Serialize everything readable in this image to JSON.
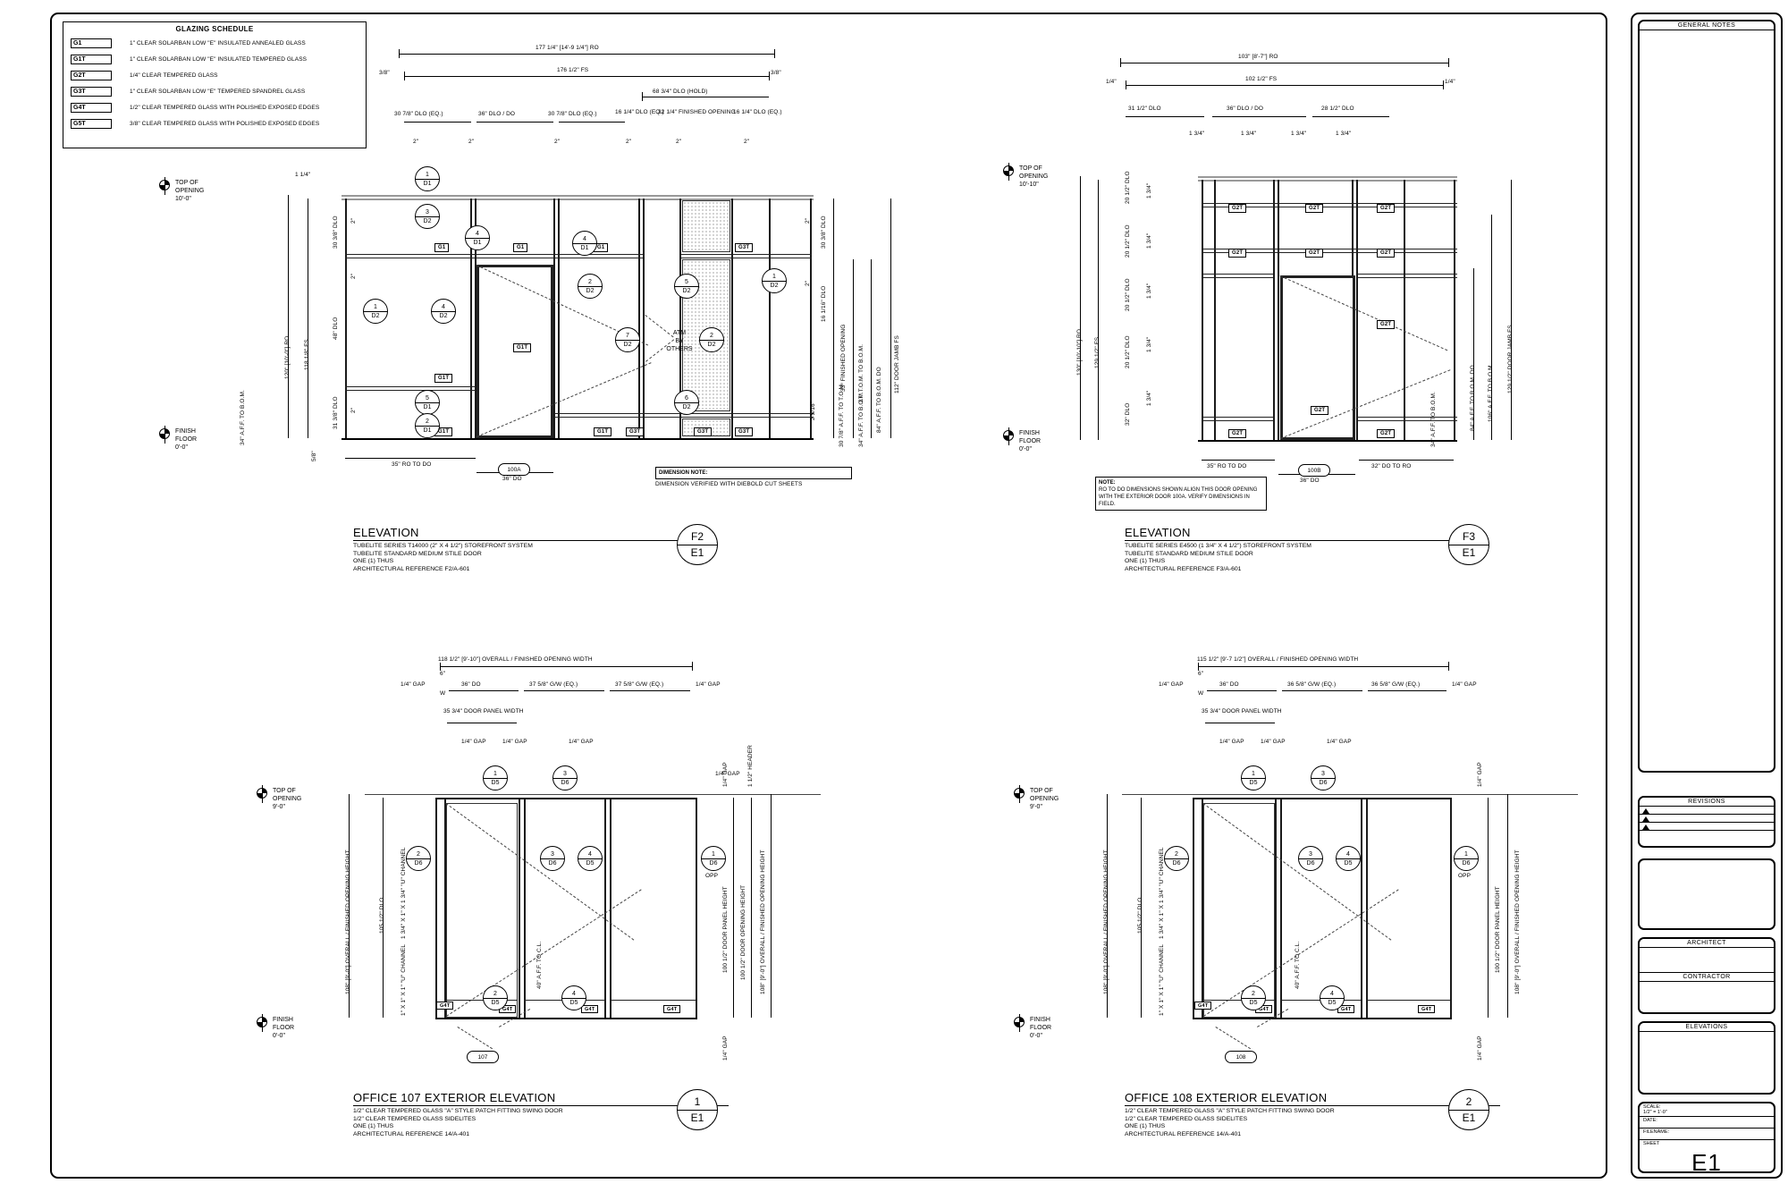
{
  "sheet": {
    "number": "E1",
    "general_notes_header": "GENERAL NOTES",
    "revisions_header": "REVISIONS",
    "architect_header": "ARCHITECT",
    "contractor_header": "CONTRACTOR",
    "elevations_header": "ELEVATIONS",
    "scale_label": "SCALE:",
    "scale_value": "1/2\" = 1'-0\"",
    "date_label": "DATE:",
    "filename_label": "FILENAME:",
    "sheet_label": "SHEET"
  },
  "glazing_schedule": {
    "title": "GLAZING SCHEDULE",
    "rows": [
      {
        "tag": "G1",
        "desc": "1\" CLEAR SOLARBAN LOW \"E\" INSULATED ANNEALED GLASS"
      },
      {
        "tag": "G1T",
        "desc": "1\" CLEAR SOLARBAN LOW \"E\" INSULATED TEMPERED GLASS"
      },
      {
        "tag": "G2T",
        "desc": "1/4\" CLEAR TEMPERED GLASS"
      },
      {
        "tag": "G3T",
        "desc": "1\" CLEAR SOLARBAN LOW \"E\" TEMPERED SPANDREL GLASS"
      },
      {
        "tag": "G4T",
        "desc": "1/2\" CLEAR TEMPERED GLASS WITH POLISHED EXPOSED EDGES"
      },
      {
        "tag": "G5T",
        "desc": "3/8\" CLEAR TEMPERED GLASS WITH POLISHED EXPOSED EDGES"
      }
    ]
  },
  "elevation_f2": {
    "title": "ELEVATION",
    "ref_top": "F2",
    "ref_bottom": "E1",
    "sub": [
      "TUBELITE SERIES T14000 (2\" X 4 1/2\") STOREFRONT SYSTEM",
      "TUBELITE STANDARD MEDIUM STILE DOOR",
      "ONE (1) THUS",
      "ARCHITECTURAL REFERENCE F2/A-601"
    ],
    "levels": [
      {
        "name": "TOP OF OPENING",
        "value": "10'-0\""
      },
      {
        "name": "FINISH FLOOR",
        "value": "0'-0\""
      }
    ],
    "dims_top": [
      "177 1/4\" [14'-9 1/4\"] RO",
      "176 1/2\" FS",
      "68 3/4\" DLO (HOLD)",
      "30 7/8\" DLO (EQ.)",
      "36\" DLO / DO",
      "30 7/8\" DLO (EQ.)",
      "16 1/4\" DLO (EQ.)",
      "32 1/4\" FINISHED OPENING",
      "16 1/4\" DLO (EQ.)",
      "3/8\"",
      "3/8\"",
      "2\"",
      "2\"",
      "2\"",
      "2\"",
      "2\"",
      "2\""
    ],
    "dims_left": [
      "120\" [10'-0\"] RO",
      "118 1/8\" FS",
      "48\" DLO",
      "30 3/8\" DLO",
      "31 3/8\" DLO",
      "34\" A.F.F. TO B.O.M.",
      "1 1/4\"",
      "2\"",
      "2\"",
      "2\"",
      "5/8\""
    ],
    "dims_right": [
      "30 3/8\" DLO",
      "16 1/16\" DLO",
      "33\" FINISHED OPENING",
      "37\" T.O.M. TO B.O.M.",
      "84\" A.F.F. TO B.O.M. DO",
      "112\" DOOR JAMB FS",
      "30 7/8\" A.F.F. TO T.O.M.",
      "34\" A.F.F. TO B.O.M.",
      "2 5/16\"",
      "2\"",
      "2\""
    ],
    "dims_bottom": [
      "35\" RO TO DO",
      "36\" DO"
    ],
    "door_mark": "100A",
    "center_text": [
      "ATM",
      "BY",
      "OTHERS"
    ],
    "note": {
      "title": "DIMENSION NOTE:",
      "body": "DIMENSION VERIFIED WITH DIEBOLD CUT SHEETS"
    },
    "glass_tags": [
      "G1",
      "G1",
      "G1",
      "G1T",
      "G1T",
      "G1T",
      "G1T",
      "G3T",
      "G3T",
      "G3T",
      "G3T"
    ],
    "bubbles": [
      {
        "n": "1",
        "d": "D1"
      },
      {
        "n": "3",
        "d": "D2"
      },
      {
        "n": "4",
        "d": "D1"
      },
      {
        "n": "4",
        "d": "D1"
      },
      {
        "n": "1",
        "d": "D2"
      },
      {
        "n": "4",
        "d": "D2"
      },
      {
        "n": "2",
        "d": "D2"
      },
      {
        "n": "5",
        "d": "D2"
      },
      {
        "n": "7",
        "d": "D2"
      },
      {
        "n": "6",
        "d": "D2"
      },
      {
        "n": "2",
        "d": "D2"
      },
      {
        "n": "1",
        "d": "D2"
      },
      {
        "n": "5",
        "d": "D1"
      },
      {
        "n": "2",
        "d": "D1"
      },
      {
        "n": "1",
        "d": "D2"
      }
    ]
  },
  "elevation_f3": {
    "title": "ELEVATION",
    "ref_top": "F3",
    "ref_bottom": "E1",
    "sub": [
      "TUBELITE SERIES E4500 (1 3/4\" X 4 1/2\") STOREFRONT SYSTEM",
      "TUBELITE STANDARD MEDIUM STILE DOOR",
      "ONE (1) THUS",
      "ARCHITECTURAL REFERENCE F3/A-601"
    ],
    "levels": [
      {
        "name": "TOP OF OPENING",
        "value": "10'-10\""
      },
      {
        "name": "FINISH FLOOR",
        "value": "0'-0\""
      }
    ],
    "dims_top": [
      "103\" [8'-7\"] RO",
      "102 1/2\" FS",
      "31 1/2\" DLO",
      "36\" DLO / DO",
      "28 1/2\" DLO",
      "1/4\"",
      "1/4\"",
      "1 3/4\"",
      "1 3/4\"",
      "1 3/4\"",
      "1 3/4\""
    ],
    "dims_left": [
      "130\" [10'-10\"] RO",
      "129 1/2\" FS",
      "32\" DLO",
      "20 1/2\" DLO",
      "20 1/2\" DLO",
      "20 1/2\" DLO",
      "20 1/2\" DLO",
      "1 3/4\"",
      "1 3/4\"",
      "1 3/4\"",
      "1 3/4\"",
      "1 3/4\""
    ],
    "dims_right": [
      "84\" A.F.F. TO B.O.M. DO",
      "106\" A.F.F. TO B.O.M.",
      "129 1/2\" DOOR JAMB FS",
      "34\" A.F.F. TO B.O.M."
    ],
    "dims_bottom": [
      "35\" RO TO DO",
      "36\" DO",
      "32\" DO TO RO"
    ],
    "door_mark": "100B",
    "note": {
      "title": "NOTE:",
      "body": "RO TO DO DIMENSIONS SHOWN ALIGN THIS DOOR OPENING WITH THE EXTERIOR DOOR 100A.  VERIFY DIMENSIONS IN FIELD."
    },
    "glass_tags": [
      "G2T",
      "G2T",
      "G2T",
      "G2T",
      "G2T",
      "G2T",
      "G2T",
      "G2T",
      "G2T",
      "G2T",
      "G2T"
    ]
  },
  "elevation_107": {
    "title": "OFFICE 107 EXTERIOR ELEVATION",
    "ref_top": "1",
    "ref_bottom": "E1",
    "sub": [
      "1/2\" CLEAR TEMPERED GLASS \"A\" STYLE PATCH FITTING SWING DOOR",
      "1/2\" CLEAR TEMPERED GLASS SIDELITES",
      "ONE (1) THUS",
      "ARCHITECTURAL REFERENCE 14/A-401"
    ],
    "levels": [
      {
        "name": "TOP OF OPENING",
        "value": "9'-0\""
      },
      {
        "name": "FINISH FLOOR",
        "value": "0'-0\""
      }
    ],
    "dims_top": [
      "118 1/2\" [9'-10\"] OVERALL / FINISHED OPENING WIDTH",
      "1/4\" GAP",
      "36\" DO",
      "37 5/8\" G/W (EQ.)",
      "37 5/8\" G/W (EQ.)",
      "1/4\" GAP",
      "35 3/4\" DOOR PANEL WIDTH",
      "1/4\" GAP",
      "1/4\" GAP",
      "1/4\" GAP",
      "1/4\" GAP",
      "6\"",
      "W"
    ],
    "dims_left": [
      "108\" [9'-0\"] OVERALL / FINISHED OPENING HEIGHT",
      "1 3/4\" X 1\" X 1 3/4\" \"U\" CHANNEL",
      "105 1/2\" DLO",
      "1\" X 1\" X 1\" \"U\" CHANNEL",
      "40\" A.F.F. TO C.L."
    ],
    "dims_right": [
      "1/4\" GAP",
      "1 1/2\" HEADER",
      "100 1/2\" DOOR PANEL HEIGHT",
      "100 1/2\" DOOR OPENING HEIGHT",
      "108\" [9'-0\"] OVERALL / FINISHED OPENING HEIGHT",
      "1/4\" GAP"
    ],
    "door_mark": "107",
    "glass_tags": [
      "G4T",
      "G4T",
      "G4T",
      "G4T"
    ],
    "bubbles": [
      {
        "n": "1",
        "d": "D5"
      },
      {
        "n": "3",
        "d": "D6"
      },
      {
        "n": "2",
        "d": "D6"
      },
      {
        "n": "3",
        "d": "D6"
      },
      {
        "n": "4",
        "d": "D5"
      },
      {
        "n": "1",
        "d": "D6"
      },
      {
        "n": "2",
        "d": "D5"
      },
      {
        "n": "4",
        "d": "D5"
      }
    ]
  },
  "elevation_108": {
    "title": "OFFICE 108 EXTERIOR ELEVATION",
    "ref_top": "2",
    "ref_bottom": "E1",
    "sub": [
      "1/2\" CLEAR TEMPERED GLASS \"A\" STYLE PATCH FITTING SWING DOOR",
      "1/2\" CLEAR TEMPERED GLASS SIDELITES",
      "ONE (1) THUS",
      "ARCHITECTURAL REFERENCE 14/A-401"
    ],
    "levels": [
      {
        "name": "TOP OF OPENING",
        "value": "9'-0\""
      },
      {
        "name": "FINISH FLOOR",
        "value": "0'-0\""
      }
    ],
    "dims_top": [
      "115 1/2\" [9'-7 1/2\"] OVERALL / FINISHED OPENING WIDTH",
      "1/4\" GAP",
      "36\" DO",
      "36 5/8\" G/W (EQ.)",
      "36 5/8\" G/W (EQ.)",
      "1/4\" GAP",
      "35 3/4\" DOOR PANEL WIDTH",
      "1/4\" GAP",
      "1/4\" GAP",
      "1/4\" GAP",
      "6\"",
      "W"
    ],
    "dims_left": [
      "108\" [9'-0\"] OVERALL / FINISHED OPENING HEIGHT",
      "1 3/4\" X 1\" X 1 3/4\" \"U\" CHANNEL",
      "105 1/2\" DLO",
      "1\" X 1\" X 1\" \"U\" CHANNEL",
      "40\" A.F.F. TO C.L."
    ],
    "dims_right": [
      "1/4\" GAP",
      "100 1/2\" DOOR PANEL HEIGHT",
      "108\" [9'-0\"] OVERALL / FINISHED OPENING HEIGHT",
      "1/4\" GAP"
    ],
    "door_mark": "108",
    "glass_tags": [
      "G4T",
      "G4T",
      "G4T",
      "G4T"
    ],
    "bubbles": [
      {
        "n": "1",
        "d": "D5"
      },
      {
        "n": "3",
        "d": "D6"
      },
      {
        "n": "2",
        "d": "D6"
      },
      {
        "n": "3",
        "d": "D6"
      },
      {
        "n": "4",
        "d": "D5"
      },
      {
        "n": "1",
        "d": "D6"
      },
      {
        "n": "2",
        "d": "D5"
      },
      {
        "n": "4",
        "d": "D5"
      }
    ]
  }
}
